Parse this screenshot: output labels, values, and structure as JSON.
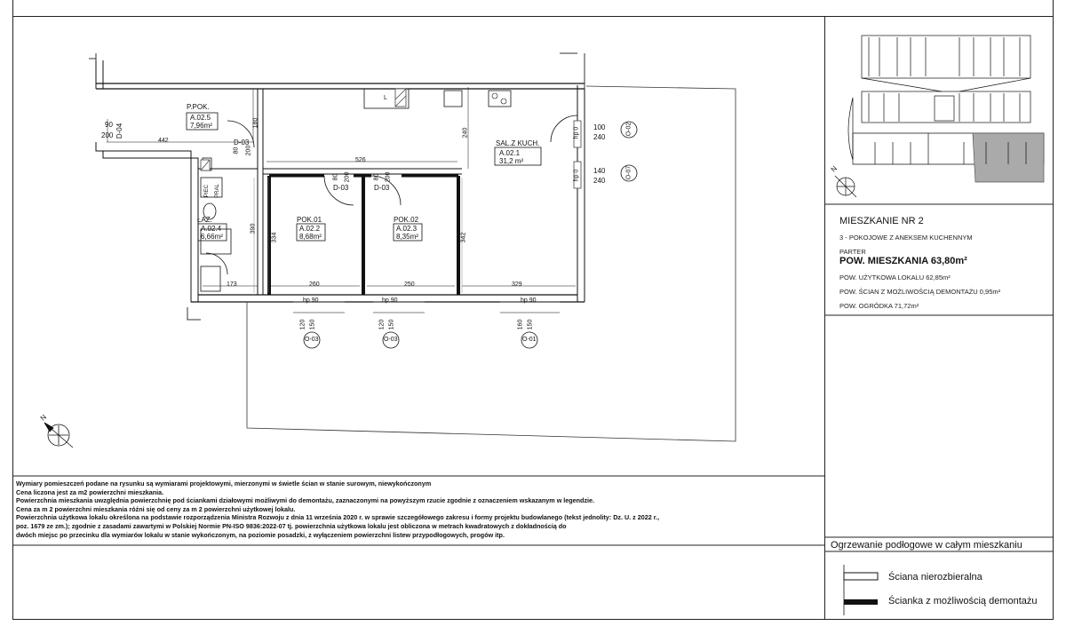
{
  "rooms": [
    {
      "name": "P.POK.",
      "code": "A.02.5",
      "area": "7,96m²"
    },
    {
      "name": "SAL.Z KUCH.",
      "code": "A.02.1",
      "area": "31,2 m²"
    },
    {
      "name": "ŁAZ.",
      "code": "A.02.4",
      "area": "6,66m²"
    },
    {
      "name": "POK.01",
      "code": "A.02.2",
      "area": "8,68m²"
    },
    {
      "name": "POK.02",
      "code": "A.02.3",
      "area": "8,35m²"
    }
  ],
  "dims": {
    "d442": "442",
    "d526": "526",
    "d180": "180",
    "d240": "240",
    "d334": "334",
    "d342": "342",
    "d390": "390",
    "d173": "173",
    "d260": "260",
    "d250": "250",
    "d329": "329",
    "d90": "90",
    "d200": "200",
    "d80": "80",
    "d100": "100",
    "d140": "140",
    "d120": "120",
    "d150": "150",
    "d160": "160",
    "hp0": "hp 0",
    "hp90": "hp 90",
    "piec": "PIEC",
    "pral": "PRAL",
    "L": "L"
  },
  "doors": {
    "d04": "D-04",
    "d03": "D-03"
  },
  "windows": {
    "o02": "O-02",
    "o07": "O-07",
    "o03": "O-03",
    "o01": "O-01"
  },
  "compass": {
    "n": "N"
  },
  "notes": [
    "Wymiary pomieszczeń podane na rysunku są wymiarami projektowymi, mierzonymi w świetle ścian w stanie surowym, niewykończonym",
    "Cena liczona jest za m2 powierzchni mieszkania.",
    "Powierzchnia mieszkania uwzględnia powierzchnię pod ściankami działowymi możliwymi do demontażu, zaznaczonymi na powyższym rzucie zgodnie z oznaczeniem wskazanym w legendzie.",
    "Cena za m 2 powierzchni mieszkania różni się od ceny za m 2 powierzchni użytkowej lokalu.",
    "Powierzchnia użytkowa lokalu określona na podstawie rozporządzenia Ministra Rozwoju z dnia 11 września 2020 r. w sprawie szczegółowego zakresu i formy projektu budowlanego (tekst jednolity: Dz. U. z 2022 r.,",
    "poz. 1679 ze zm.); zgodnie z zasadami zawartymi w Polskiej Normie PN-ISO 9836:2022-07 tj. powierzchnia użytkowa lokalu jest obliczona w metrach kwadratowych z dokładnością do",
    "dwóch miejsc po przecinku dla wymiarów lokalu w stanie wykończonym, na poziomie posadzki, z wyłączeniem powierzchni listew przypodłogowych, progów itp."
  ],
  "info": {
    "title": "MIESZKANIE NR 2",
    "type": "3 - POKOJOWE Z ANEKSEM KUCHENNYM",
    "floor": "PARTER",
    "area": "POW. MIESZKANIA 63,80m²",
    "usable": "POW. UŻYTKOWA LOKALU 62,85m²",
    "walls": "POW. ŚCIAN Z MOŻLIWOŚCIĄ DEMONTAŻU 0,95m²",
    "garden": "POW. OGRÓDKA 71,72m²"
  },
  "legend": {
    "heading": "Ogrzewanie podłogowe w całym mieszkaniu",
    "fixed": "Ściana nierozbieralna",
    "removable": "Ścianka z możliwością demontażu"
  },
  "colors": {
    "wall": "#111111",
    "hatch": "#444444",
    "grey": "#aaaaaa"
  }
}
